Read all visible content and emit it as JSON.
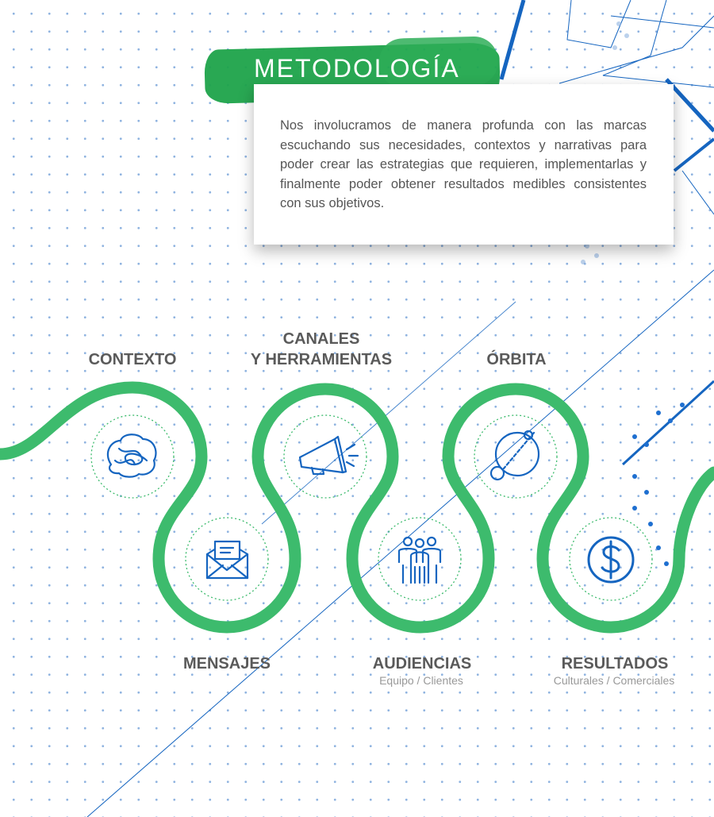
{
  "header": {
    "title": "METODOLOGÍA"
  },
  "intro": {
    "text": "Nos involucramos de manera profunda con las marcas escuchando sus necesidades, contextos y narrativas para poder crear las estrategias que requieren, implementarlas y finalmente poder obtener resultados medibles consistentes con sus objetivos."
  },
  "steps": [
    {
      "label": "CONTEXTO",
      "icon": "brain-icon"
    },
    {
      "label": "MENSAJES",
      "icon": "envelope-icon"
    },
    {
      "label_line1": "CANALES",
      "label_line2": "Y HERRAMIENTAS",
      "icon": "megaphone-icon"
    },
    {
      "label": "AUDIENCIAS",
      "sublabel": "Equipo / Clientes",
      "icon": "people-icon"
    },
    {
      "label": "ÓRBITA",
      "icon": "orbit-icon"
    },
    {
      "label": "RESULTADOS",
      "sublabel": "Culturales / Comerciales",
      "icon": "dollar-icon"
    }
  ],
  "colors": {
    "green": "#3dbb6d",
    "blue": "#1565c0",
    "text": "#5a5a5a"
  }
}
